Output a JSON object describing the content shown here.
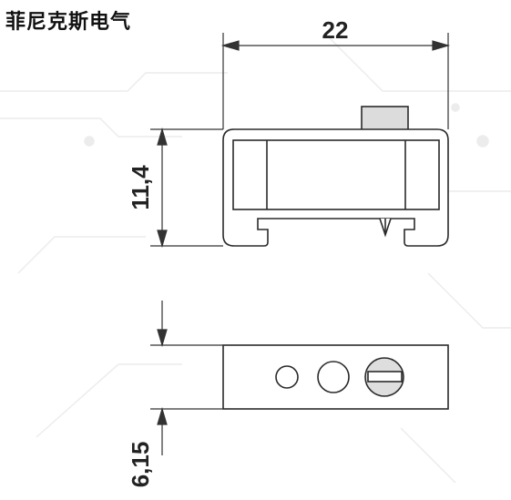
{
  "brand": {
    "name": "菲尼克斯电气"
  },
  "dimensions": {
    "width": "22",
    "height": "11,4",
    "depth": "6,15"
  },
  "colors": {
    "line": "#2a2a2a",
    "dim_line": "#333333",
    "tab_fill": "#dcdcdc",
    "screw_fill": "#dedede",
    "watermark": "#ececec"
  }
}
